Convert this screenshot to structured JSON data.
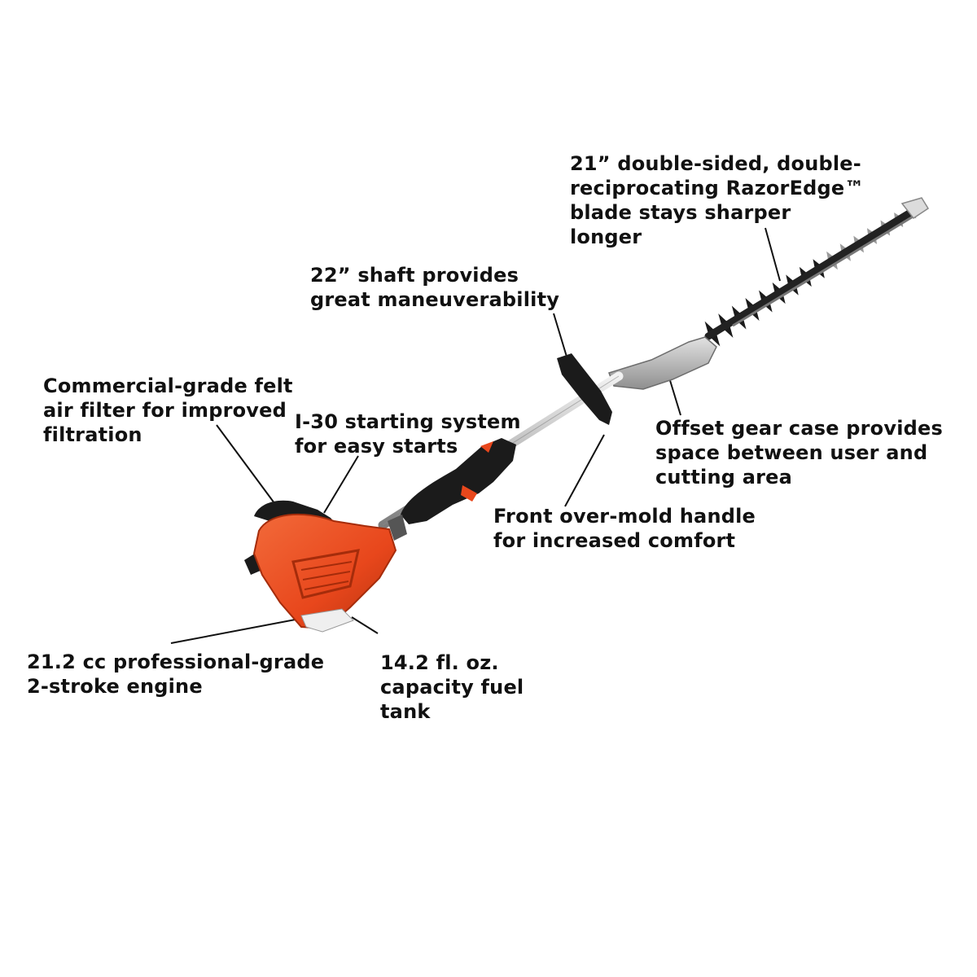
{
  "callouts": {
    "blade": {
      "lines": [
        "21” double-sided, double-",
        "reciprocating RazorEdge™",
        "blade stays sharper",
        "longer"
      ]
    },
    "shaft": {
      "lines": [
        "22” shaft provides",
        "great maneuverability"
      ]
    },
    "air_filter": {
      "lines": [
        "Commercial-grade felt",
        "air filter for improved",
        "filtration"
      ]
    },
    "starting": {
      "lines": [
        "I-30 starting system",
        "for easy starts"
      ]
    },
    "gear_case": {
      "lines": [
        "Offset gear case provides",
        "space between user and",
        "cutting area"
      ]
    },
    "front_handle": {
      "lines": [
        "Front over-mold handle",
        "for increased comfort"
      ]
    },
    "engine": {
      "lines": [
        "21.2 cc professional-grade",
        "2-stroke engine"
      ]
    },
    "fuel_tank": {
      "lines": [
        "14.2 fl. oz.",
        "capacity fuel",
        "tank"
      ]
    }
  },
  "colors": {
    "engine_housing": "#e8471c",
    "engine_dark": "#b8330f",
    "black_parts": "#1b1b1b",
    "shaft_metal": "#c9c9c9",
    "gear_case": "#b4b4b4",
    "text": "#111111"
  }
}
